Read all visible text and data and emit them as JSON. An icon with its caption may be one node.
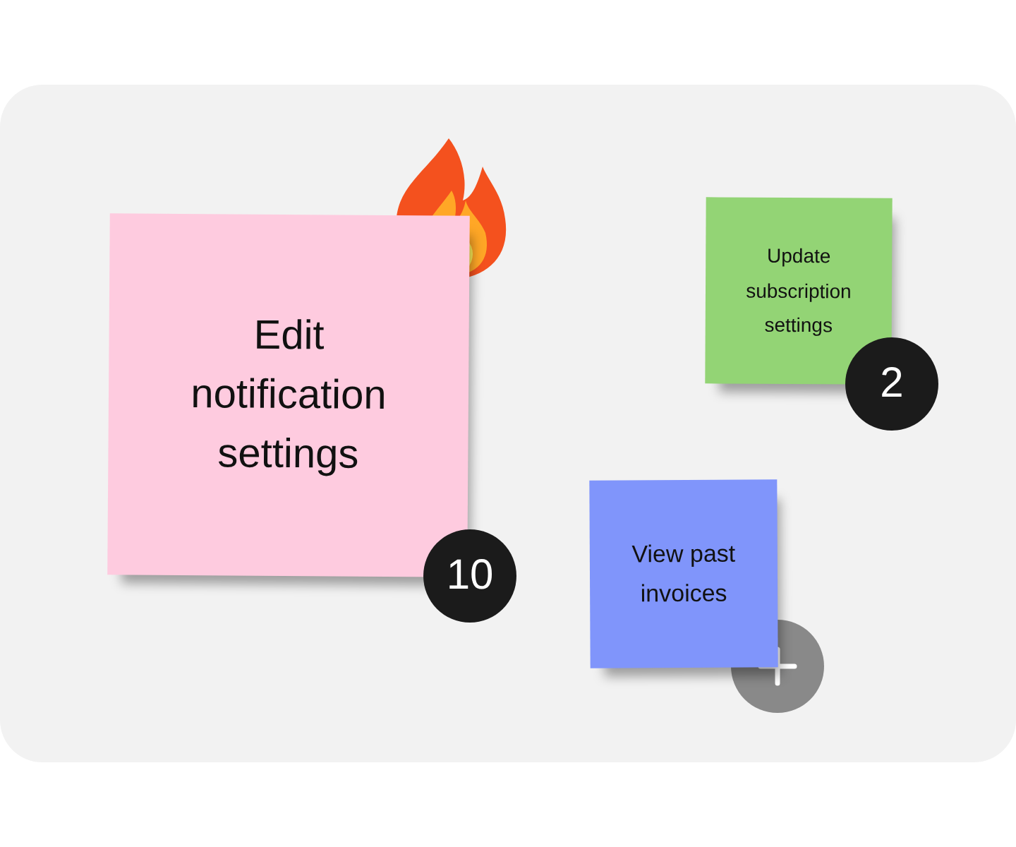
{
  "diagram": {
    "nodes": [
      {
        "text": [
          "Edit notification settings"
        ]
      },
      {
        "text": [
          "10"
        ]
      },
      {
        "text": [
          "Update subscription settings"
        ]
      },
      {
        "text": [
          "2"
        ]
      },
      {
        "text": [
          "View past invoices"
        ]
      }
    ]
  }
}
